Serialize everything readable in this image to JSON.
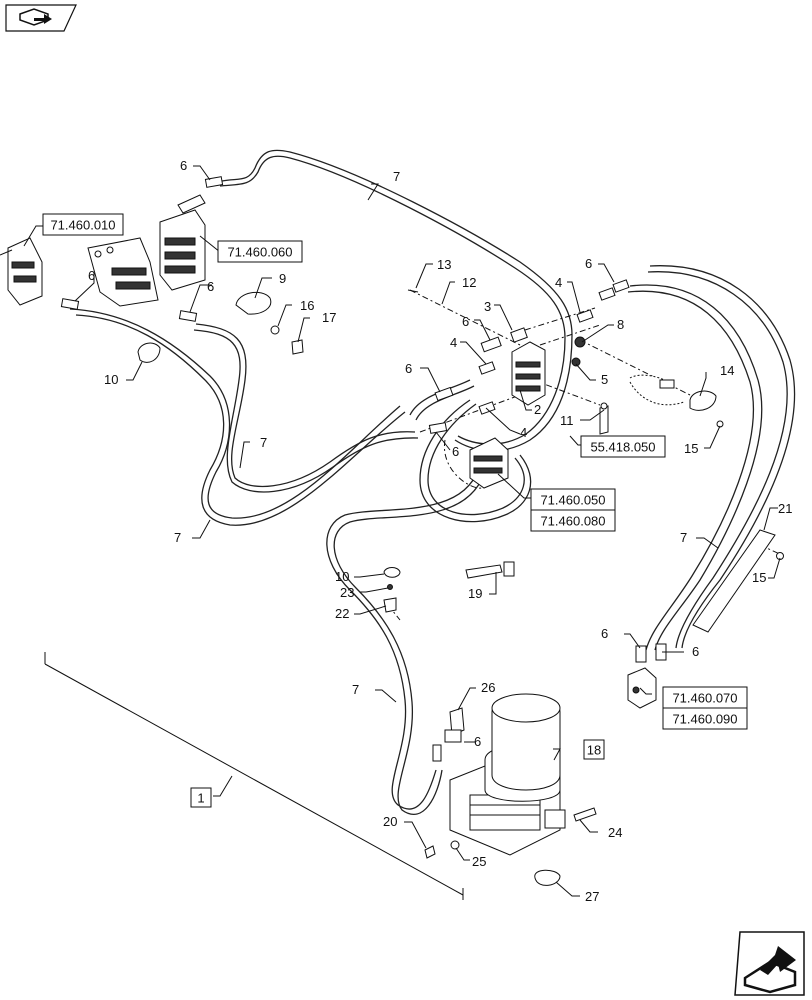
{
  "refs": {
    "r71460010": "71.460.010",
    "r71460060": "71.460.060",
    "r71460050": "71.460.050",
    "r71460080": "71.460.080",
    "r71460070": "71.460.070",
    "r71460090": "71.460.090",
    "r55418050": "55.418.050"
  },
  "boxed_callouts": {
    "c18": "18",
    "c1": "1"
  },
  "callouts": [
    "6",
    "7",
    "6",
    "6",
    "9",
    "16",
    "17",
    "10",
    "7",
    "7",
    "13",
    "12",
    "3",
    "6",
    "4",
    "6",
    "4",
    "8",
    "5",
    "11",
    "2",
    "6",
    "4",
    "6",
    "14",
    "15",
    "21",
    "7",
    "15",
    "10",
    "23",
    "22",
    "19",
    "6",
    "6",
    "26",
    "6",
    "7",
    "20",
    "25",
    "24",
    "27"
  ]
}
